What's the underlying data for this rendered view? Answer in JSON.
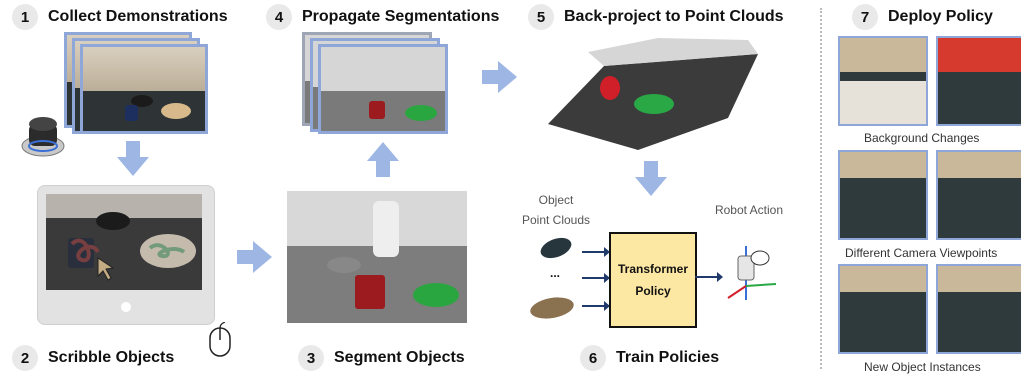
{
  "steps": [
    {
      "num": "1",
      "label": "Collect Demonstrations"
    },
    {
      "num": "2",
      "label": "Scribble Objects"
    },
    {
      "num": "3",
      "label": "Segment Objects"
    },
    {
      "num": "4",
      "label": "Propagate Segmentations"
    },
    {
      "num": "5",
      "label": "Back-project to Point Clouds"
    },
    {
      "num": "6",
      "label": "Train Policies"
    },
    {
      "num": "7",
      "label": "Deploy Policy"
    }
  ],
  "policy": {
    "line1": "Transformer",
    "line2": "Policy"
  },
  "labels": {
    "object_pc_line1": "Object",
    "object_pc_line2": "Point Clouds",
    "robot_action": "Robot Action",
    "ellipsis": "..."
  },
  "deploy_captions": {
    "background": "Background Changes",
    "viewpoints": "Different Camera Viewpoints",
    "instances": "New Object Instances"
  },
  "colors": {
    "accent_blue": "#8ea6d8",
    "arrow_blue": "#9db6e4",
    "policy_fill": "#fde8a3"
  }
}
